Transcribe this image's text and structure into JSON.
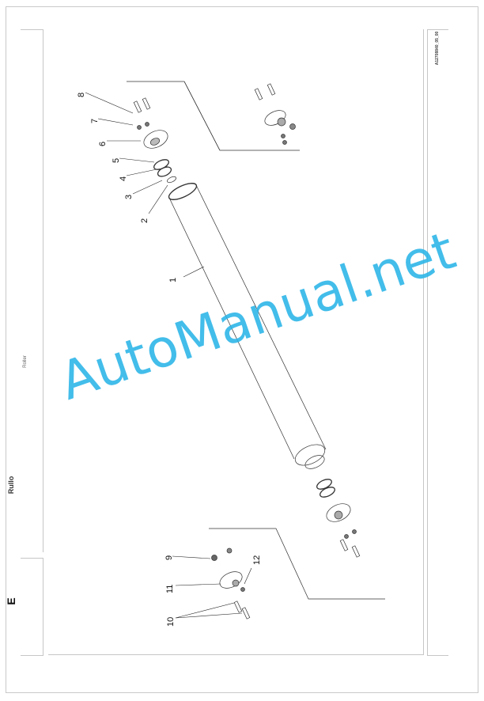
{
  "header": {
    "title_it": "Rullo",
    "title_en": "Roller",
    "section_letter": "E",
    "doc_ref": "A12708840_05_00"
  },
  "callouts": [
    "1",
    "2",
    "3",
    "4",
    "5",
    "6",
    "7",
    "8",
    "9",
    "10",
    "11",
    "12"
  ],
  "watermark": "AutoManual.net"
}
